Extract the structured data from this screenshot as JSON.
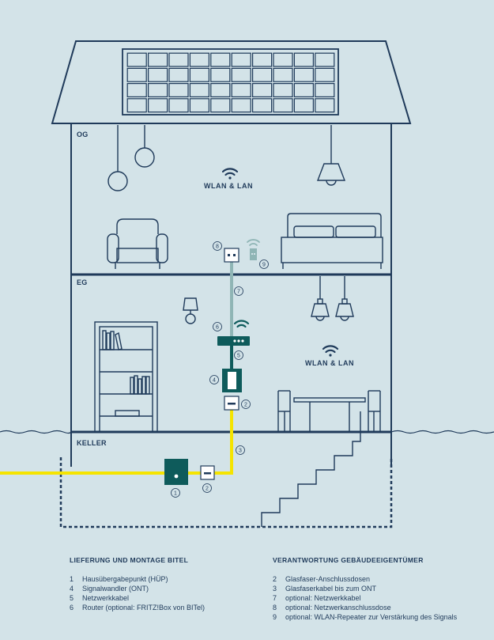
{
  "floors": {
    "og": "OG",
    "eg": "EG",
    "keller": "KELLER"
  },
  "wlan_labels": {
    "og": "WLAN & LAN",
    "eg": "WLAN & LAN"
  },
  "markers": {
    "m1": "1",
    "m2a": "2",
    "m2b": "2",
    "m3": "3",
    "m4": "4",
    "m5": "5",
    "m6": "6",
    "m7": "7",
    "m8": "8",
    "m9": "9"
  },
  "legend_left": {
    "title": "LIEFERUNG UND MONTAGE BITEL",
    "items": [
      {
        "num": "1",
        "text": "Hausübergabepunkt (HÜP)"
      },
      {
        "num": "4",
        "text": "Signalwandler (ONT)"
      },
      {
        "num": "5",
        "text": "Netzwerkkabel"
      },
      {
        "num": "6",
        "text": "Router (optional: FRITZ!Box von BITel)"
      }
    ]
  },
  "legend_right": {
    "title": "VERANTWORTUNG GEBÄUDEEIGENTÜMER",
    "items": [
      {
        "num": "2",
        "text": "Glasfaser-Anschlussdosen"
      },
      {
        "num": "3",
        "text": "Glasfaserkabel bis zum ONT"
      },
      {
        "num": "7",
        "text": "optional: Netzwerkkabel"
      },
      {
        "num": "8",
        "text": "optional: Netzwerkanschlussdose"
      },
      {
        "num": "9",
        "text": "optional: WLAN-Repeater zur Verstärkung des Signals"
      }
    ]
  },
  "colors": {
    "background": "#d3e3e8",
    "line": "#1f3a5a",
    "fiber": "#f5e400",
    "network": "#0e5b5b",
    "network_optional": "#8fb5b5"
  }
}
